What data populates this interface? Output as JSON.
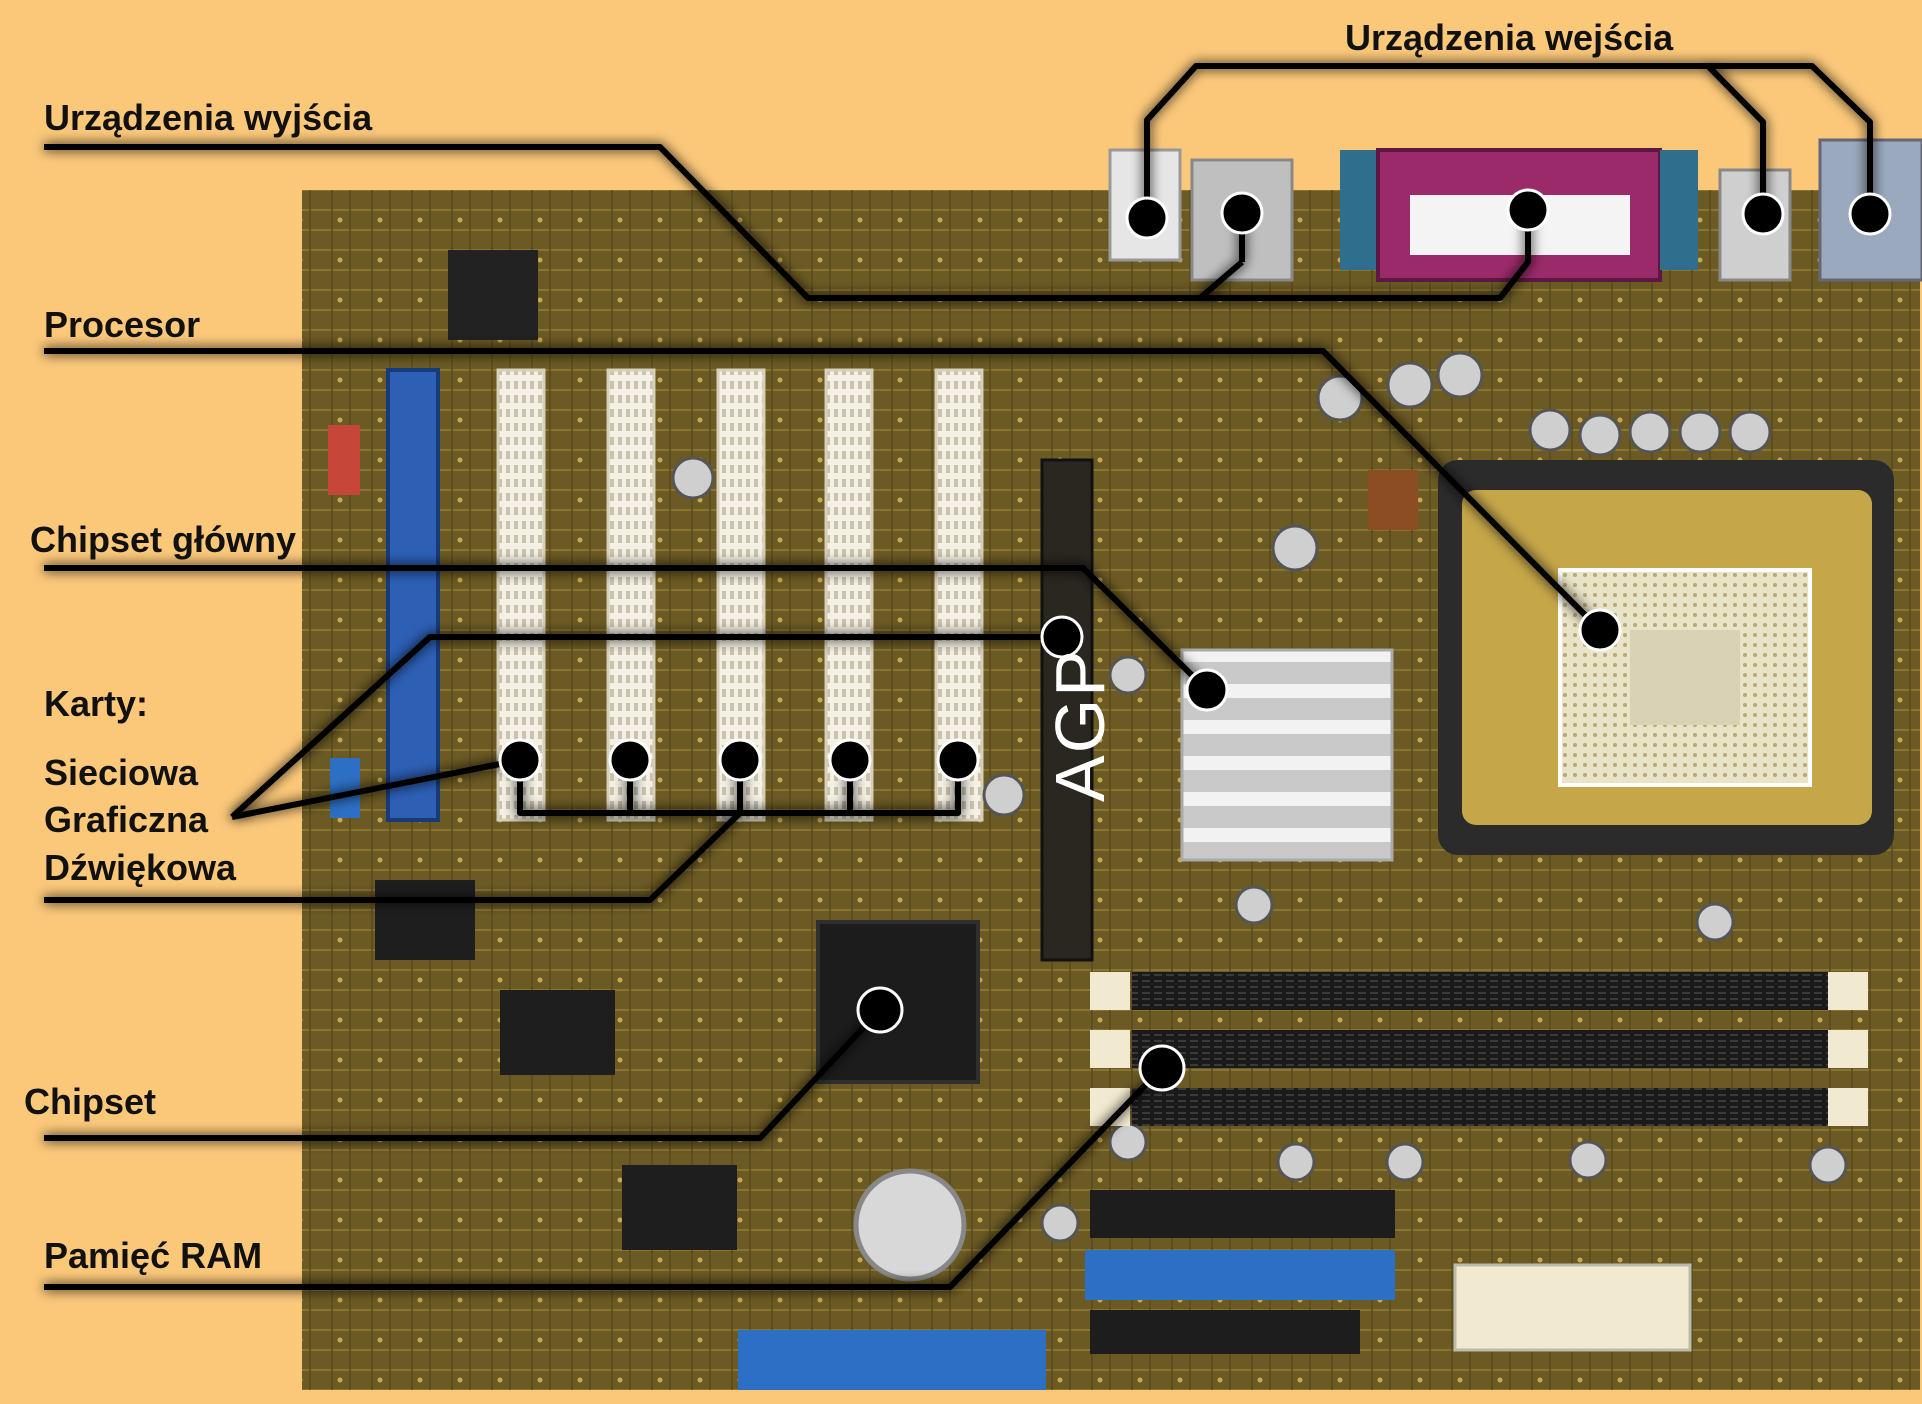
{
  "labels": {
    "output_devices": "Urządzenia wyjścia",
    "input_devices": "Urządzenia wejścia",
    "processor": "Procesor",
    "main_chipset": "Chipset główny",
    "cards_heading": "Karty:",
    "network_card": "Sieciowa",
    "graphics_card": "Graficzna",
    "sound_card": "Dźwiękowa",
    "chipset": "Chipset",
    "ram": "Pamięć RAM",
    "agp": "AGP"
  },
  "colors": {
    "background": "#fbc87a",
    "board": "#6b5a24",
    "pointer_line": "#000000",
    "pci_slot": "#f4f0e4",
    "agp_slot": "#2a2620",
    "isa_slot": "#2d5fb5",
    "heatsink": "#d9d9d9",
    "chip": "#1c1c1c",
    "label_text": "#111111",
    "agp_text": "#ffffff"
  }
}
